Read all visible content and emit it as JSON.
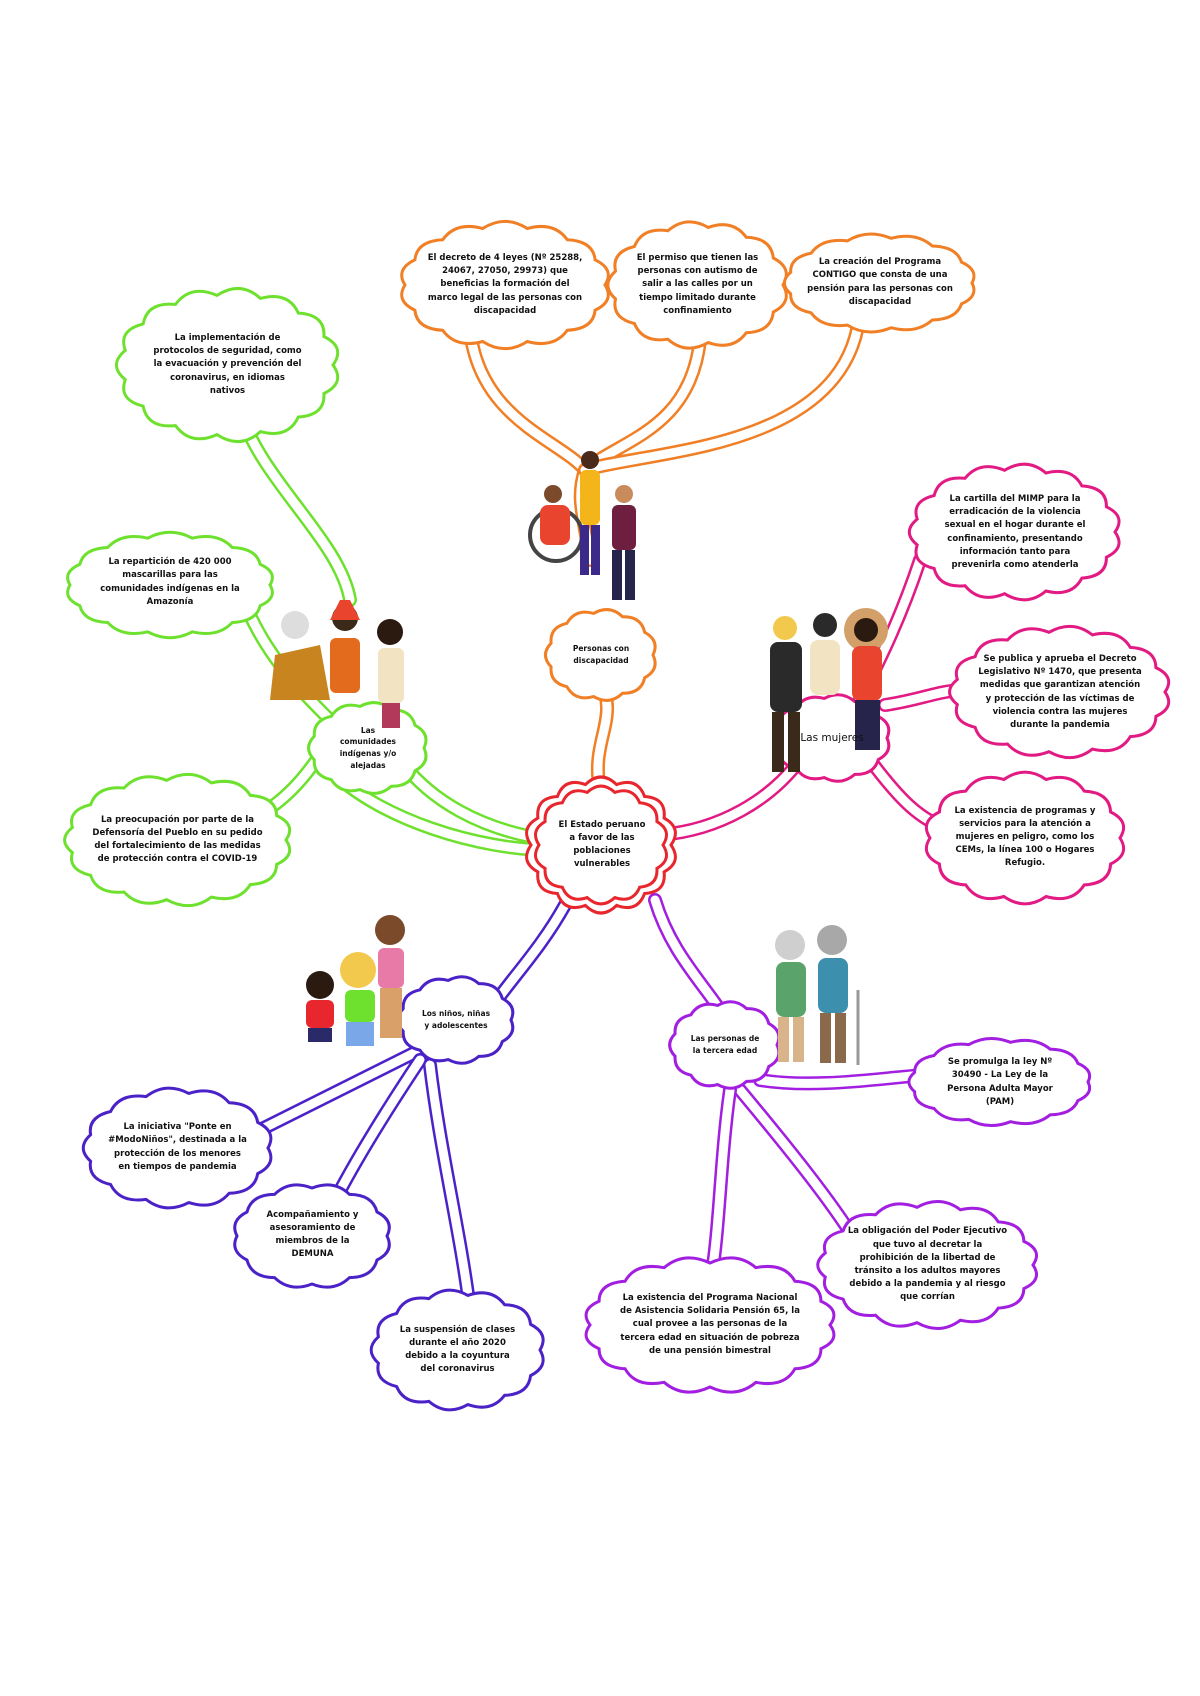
{
  "center": {
    "label": "El Estado peruano a favor de las poblaciones vulnerables",
    "color": "#e8262d"
  },
  "branches": {
    "discapacidad": {
      "color": "#f07f25",
      "label": "Personas con discapacidad",
      "items": [
        "El decreto de 4 leyes (Nº 25288, 24067, 27050, 29973) que beneficias la formación del marco legal de las personas con discapacidad",
        "El permiso que tienen las personas con autismo de salir a las calles por un tiempo limitado durante confinamiento",
        "La creación del Programa CONTIGO que consta de una pensión para las personas con discapacidad"
      ]
    },
    "indigenas": {
      "color": "#6ee12e",
      "label": "Las comunidades indígenas y/o alejadas",
      "items": [
        "La implementación de protocolos de seguridad, como la evacuación y prevención del coronavirus, en idiomas nativos",
        "La repartición de 420 000 mascarillas para las comunidades indígenas en la Amazonía",
        "La preocupación por parte de la Defensoría del Pueblo en su pedido del fortalecimiento de las medidas de protección contra el COVID-19"
      ]
    },
    "mujeres": {
      "color": "#e21a84",
      "label": "Las mujeres",
      "items": [
        "La cartilla del MIMP para la erradicación de la violencia sexual en el hogar durante el confinamiento, presentando información tanto para prevenirla como atenderla",
        "Se publica y aprueba el Decreto Legislativo Nº 1470, que presenta medidas que garantizan atención y protección de las víctimas de violencia contra las mujeres durante la pandemia",
        "La existencia de programas y servicios para la atención a mujeres en peligro, como los CEMs, la línea 100 o Hogares Refugio."
      ]
    },
    "ninos": {
      "color": "#4b22c8",
      "label": "Los niños, niñas y adolescentes",
      "items": [
        "La iniciativa \"Ponte en #ModoNiños\", destinada a la protección de los menores en tiempos de pandemia",
        "Acompañamiento y asesoramiento de miembros de la DEMUNA",
        "La suspensión de clases durante el año 2020 debido a la coyuntura del coronavirus"
      ]
    },
    "tercera_edad": {
      "color": "#a21ee0",
      "label": "Las personas de la tercera edad",
      "items": [
        "Se promulga la ley Nº 30490 - La Ley de la Persona Adulta Mayor (PAM)",
        "La obligación del Poder Ejecutivo que tuvo al decretar la prohibición de la libertad de tránsito a los adultos mayores debido a la pandemia y al riesgo que corrían",
        "La existencia del Programa Nacional de Asistencia Solidaria Pensión 65, la cual provee a las personas de la tercera edad en situación de pobreza de una pensión bimestral"
      ]
    }
  }
}
